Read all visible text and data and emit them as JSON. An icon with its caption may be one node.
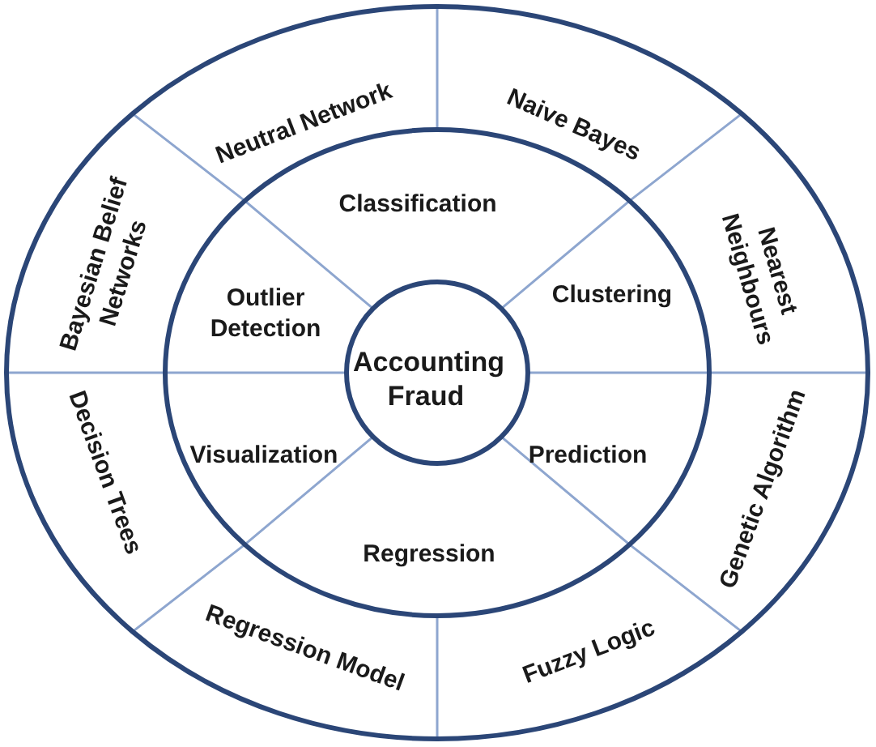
{
  "diagram": {
    "nodes": [
      {
        "text": [
          "Neutral Network"
        ]
      },
      {
        "text": [
          "Naive Bayes"
        ]
      },
      {
        "text": [
          "Bayesian Belief Networks"
        ]
      },
      {
        "text": [
          "Classification"
        ]
      },
      {
        "text": [
          "Nearest Neighbours"
        ]
      },
      {
        "text": [
          "Outlier Detection"
        ]
      },
      {
        "text": [
          "Clustering"
        ]
      },
      {
        "text": [
          "Accounting Fraud"
        ]
      },
      {
        "text": [
          "Visualization"
        ]
      },
      {
        "text": [
          "Prediction"
        ]
      },
      {
        "text": [
          "Decision Trees"
        ]
      },
      {
        "text": [
          "Genetic Algorithm"
        ]
      },
      {
        "text": [
          "Regression"
        ]
      },
      {
        "text": [
          "Regression Model"
        ]
      },
      {
        "text": [
          "Fuzzy Logic"
        ]
      }
    ]
  }
}
